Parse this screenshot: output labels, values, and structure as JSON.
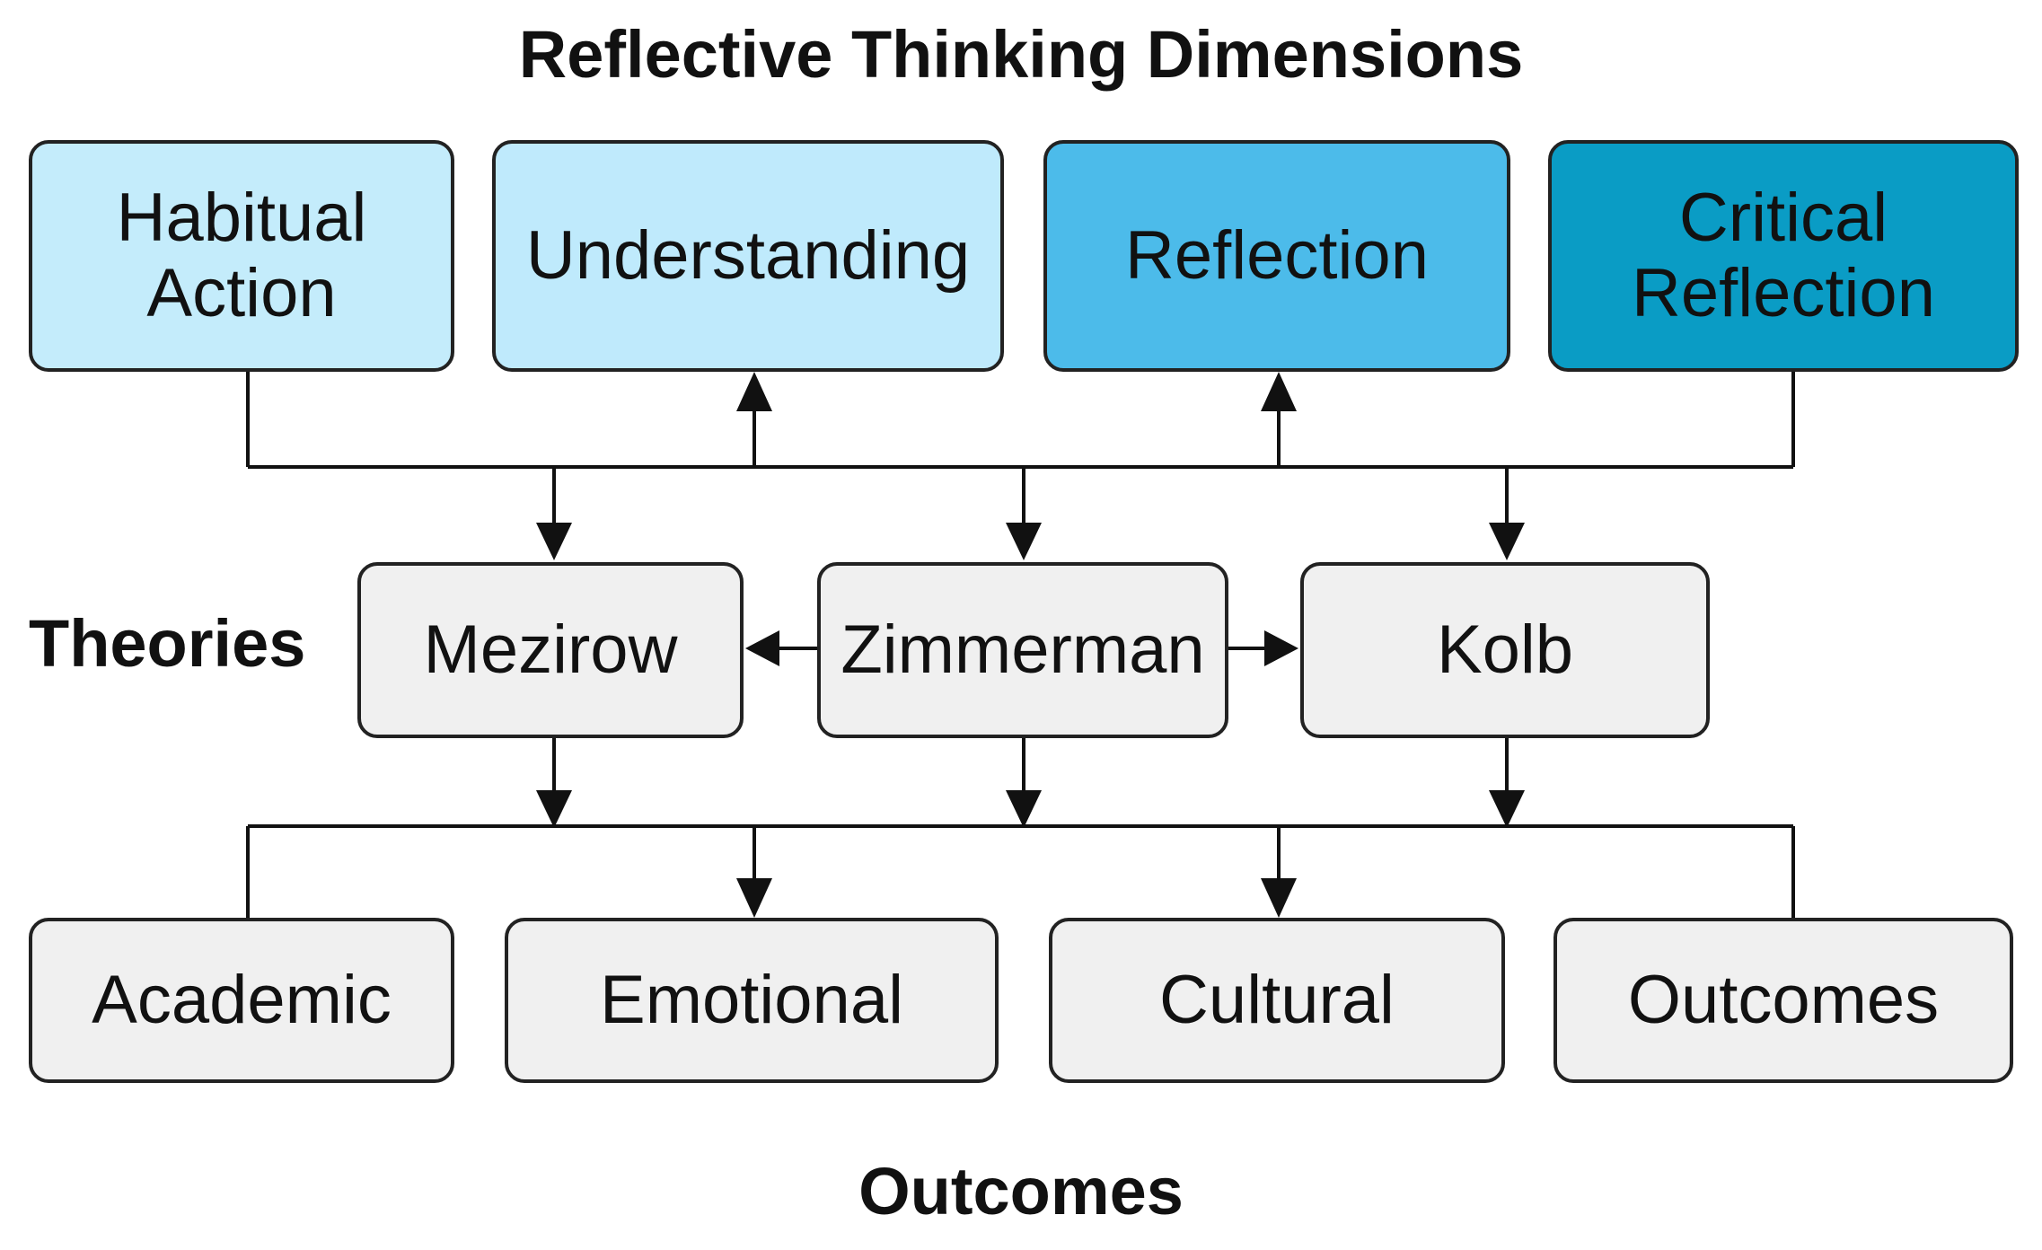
{
  "title": "Reflective Thinking Dimensions",
  "dimensions": [
    {
      "label": "Habitual\nAction",
      "color": "#c4ecfb"
    },
    {
      "label": "Understanding",
      "color": "#bfeafc"
    },
    {
      "label": "Reflection",
      "color": "#4cbbea"
    },
    {
      "label": "Critical\nReflection",
      "color": "#0a9cc5"
    }
  ],
  "theories": {
    "label": "Theories",
    "items": [
      {
        "label": "Mezirow"
      },
      {
        "label": "Zimmerman"
      },
      {
        "label": "Kolb"
      }
    ]
  },
  "outcomes": {
    "label": "Outcomes",
    "items": [
      {
        "label": "Academic"
      },
      {
        "label": "Emotional"
      },
      {
        "label": "Cultural"
      },
      {
        "label": "Outcomes"
      }
    ]
  },
  "colors": {
    "stroke": "#111111",
    "box_gray": "#f0f0f0"
  }
}
